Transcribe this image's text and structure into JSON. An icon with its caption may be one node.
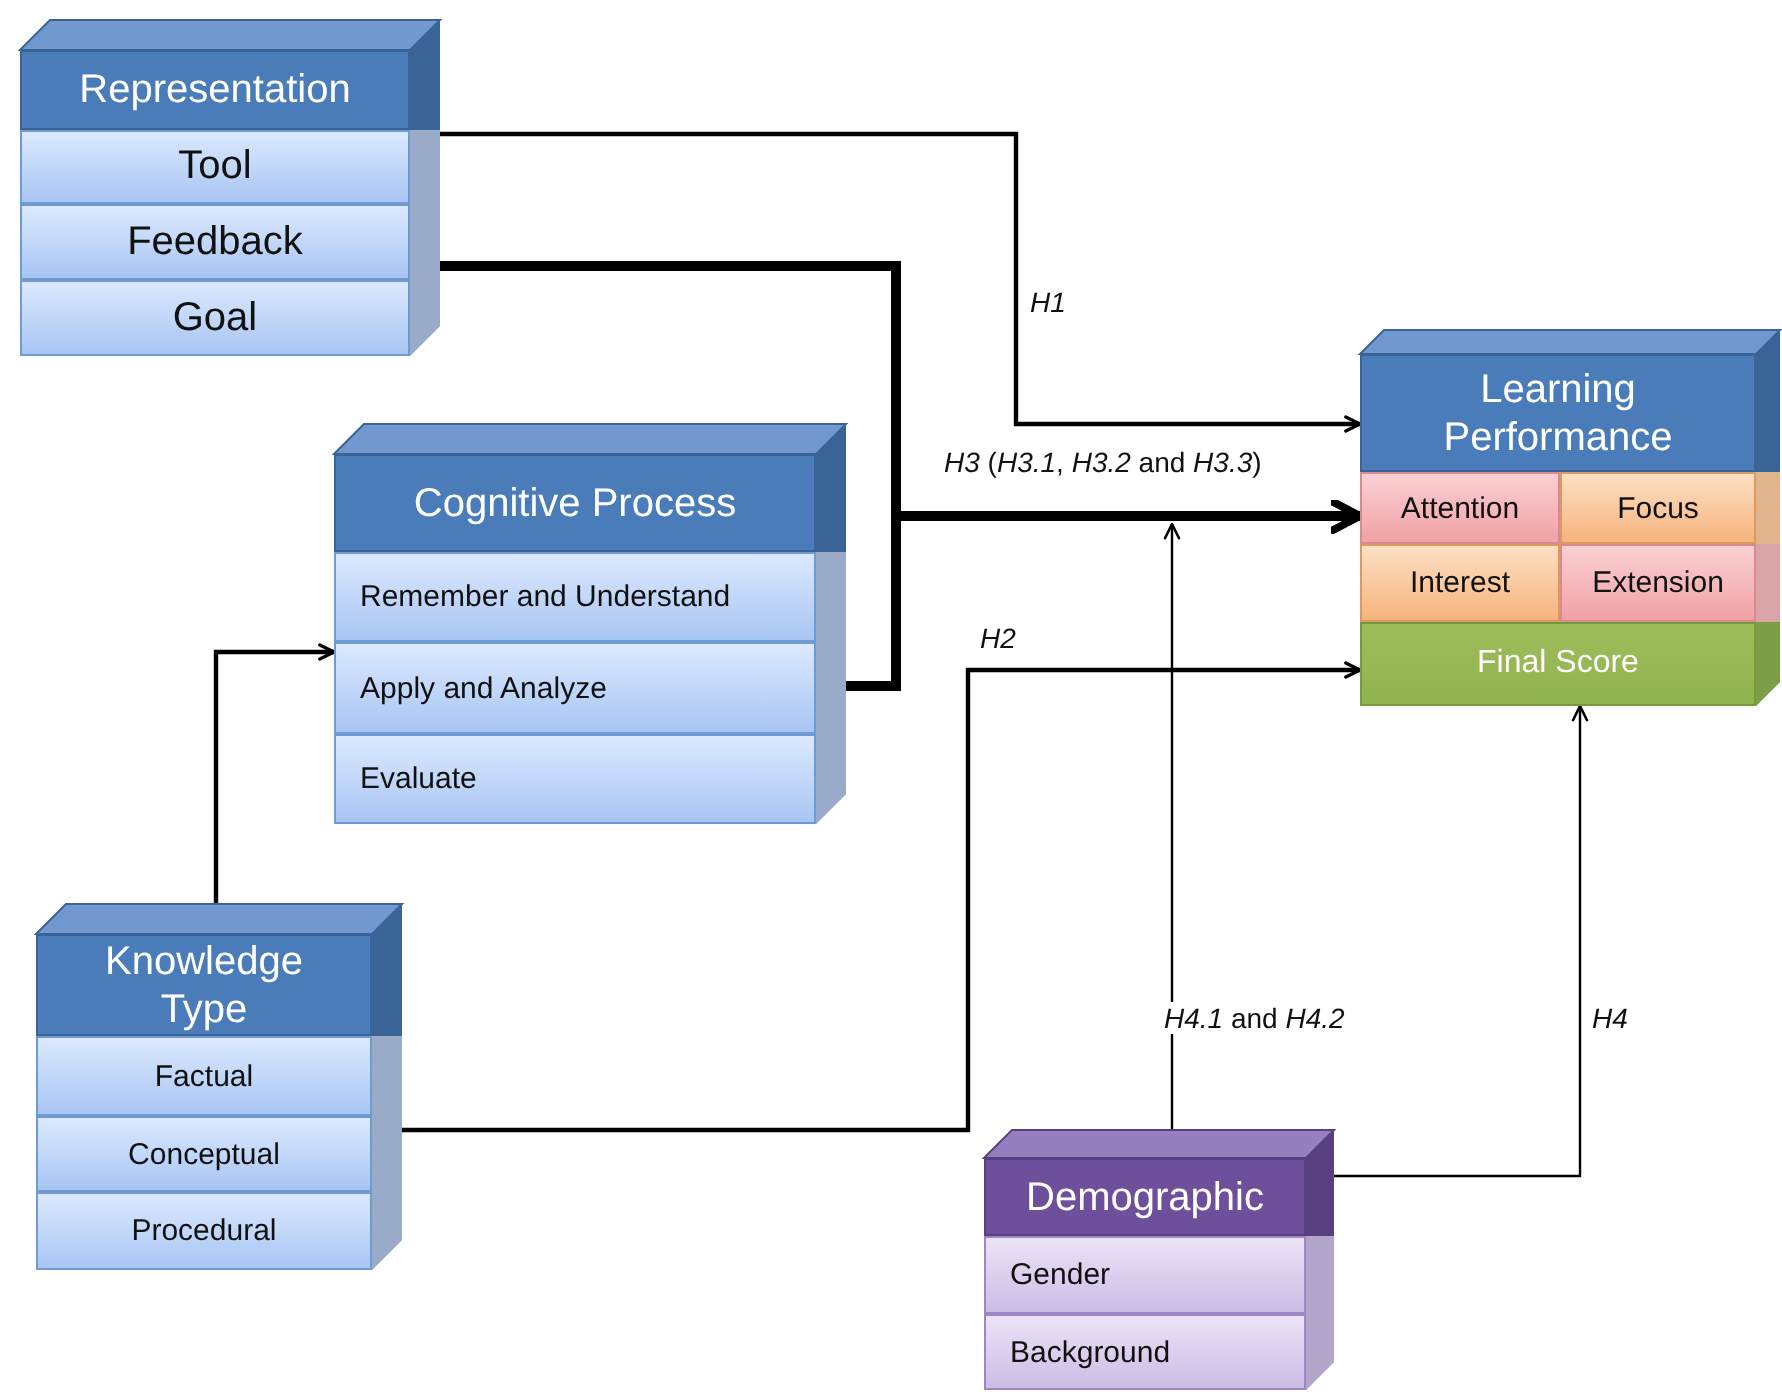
{
  "diagram": {
    "nodes": [
      {
        "text": [
          "Representation"
        ]
      },
      {
        "text": [
          "Tool"
        ],
        "in": 0
      },
      {
        "text": [
          "Feedback"
        ],
        "in": 0
      },
      {
        "text": [
          "Goal"
        ],
        "in": 0
      },
      {
        "text": [
          "Cognitive Process"
        ]
      },
      {
        "text": [
          "Remember and Understand"
        ],
        "in": 4
      },
      {
        "text": [
          "Apply and Analyze"
        ],
        "in": 4
      },
      {
        "text": [
          "Evaluate"
        ],
        "in": 4
      },
      {
        "text": [
          "Learning Performance"
        ]
      },
      {
        "text": [
          "Attention"
        ],
        "in": 8
      },
      {
        "text": [
          "Focus"
        ],
        "in": 8
      },
      {
        "text": [
          "Interest"
        ],
        "in": 8
      },
      {
        "text": [
          "Extension"
        ],
        "in": 8
      },
      {
        "text": [
          "Final Score"
        ],
        "in": 8
      },
      {
        "text": [
          "Knowledge Type"
        ]
      },
      {
        "text": [
          "Factual"
        ],
        "in": 14
      },
      {
        "text": [
          "Conceptual"
        ],
        "in": 14
      },
      {
        "text": [
          "Procedural"
        ],
        "in": 14
      },
      {
        "text": [
          "Demographic"
        ]
      },
      {
        "text": [
          "Gender"
        ],
        "in": 18
      },
      {
        "text": [
          "Background"
        ],
        "in": 18
      }
    ],
    "edges": [
      {
        "from": 1,
        "to": 8,
        "arrow": "to",
        "label": "H1"
      },
      {
        "from": 0,
        "to": 8,
        "arrow": "to",
        "label": "*H3* (*H3.1*, *H3.2* and *H3.3*)",
        "style": "thick"
      },
      {
        "from": 6,
        "to": 8,
        "arrow": "to",
        "style": "thick"
      },
      {
        "from": 14,
        "to": 6,
        "arrow": "to"
      },
      {
        "from": 16,
        "to": 13,
        "arrow": "to",
        "label": "H2"
      },
      {
        "from": 18,
        "to": null,
        "arrow": "to",
        "label": "*H4.1* and *H4.2*"
      },
      {
        "from": 18,
        "to": 13,
        "arrow": "to",
        "label": "H4"
      }
    ]
  }
}
